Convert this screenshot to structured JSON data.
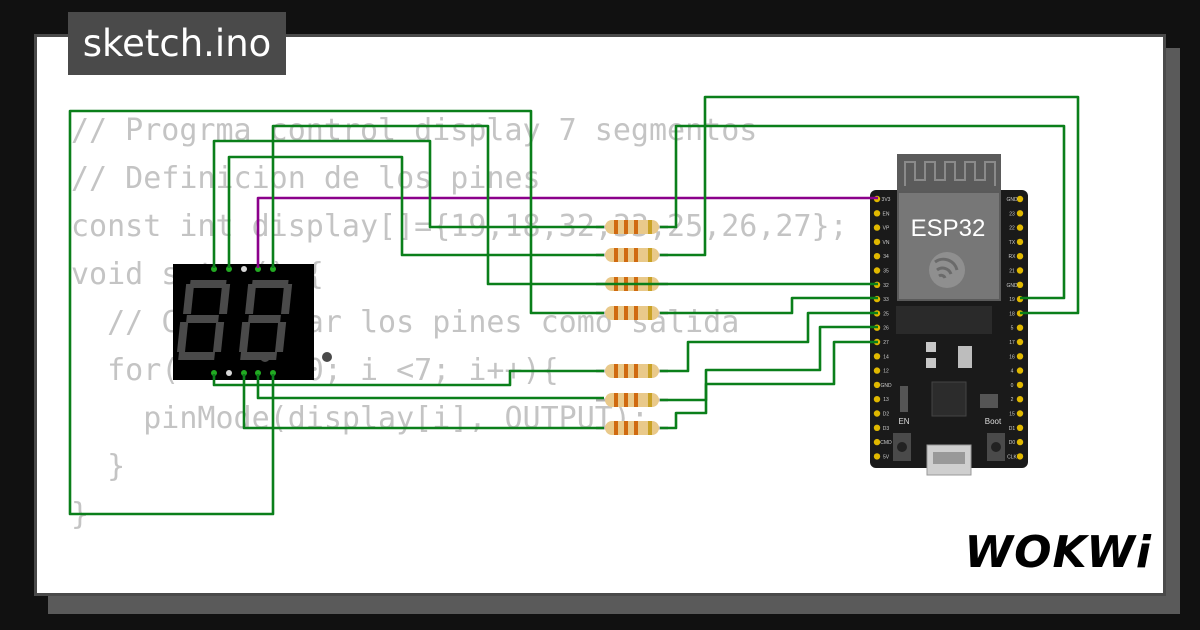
{
  "file_tab": {
    "title": "sketch.ino"
  },
  "code": {
    "lines": [
      "// Progrma control display 7 segmentos",
      "",
      "// Definicion de los pines",
      "const int display[]={19,18,32,33,25,26,27};",
      "",
      "void setup() {",
      "  // Configurar los pines como salida",
      "  for(int i =0; i <7; i++){",
      "    pinMode(display[i], OUTPUT);",
      "  }",
      "}"
    ]
  },
  "board": {
    "chip_label": "ESP32",
    "en_label": "EN",
    "boot_label": "Boot",
    "left_pins": [
      "3V3",
      "EN",
      "VP",
      "VN",
      "34",
      "35",
      "32",
      "33",
      "25",
      "26",
      "27",
      "14",
      "12",
      "GND",
      "13",
      "D2",
      "D3",
      "CMD",
      "5V"
    ],
    "right_pins": [
      "GND",
      "23",
      "22",
      "TX",
      "RX",
      "21",
      "GND",
      "19",
      "18",
      "5",
      "17",
      "16",
      "4",
      "0",
      "2",
      "15",
      "D1",
      "D0",
      "CLK"
    ]
  },
  "brand": {
    "logo_text": "WOKWi"
  },
  "colors": {
    "wire_green": "#0a7f1a",
    "wire_purple": "#8b008b",
    "board_black": "#1a1a1a",
    "code_gray": "#c4c4c4",
    "tab_bg": "#4a4a4a"
  }
}
